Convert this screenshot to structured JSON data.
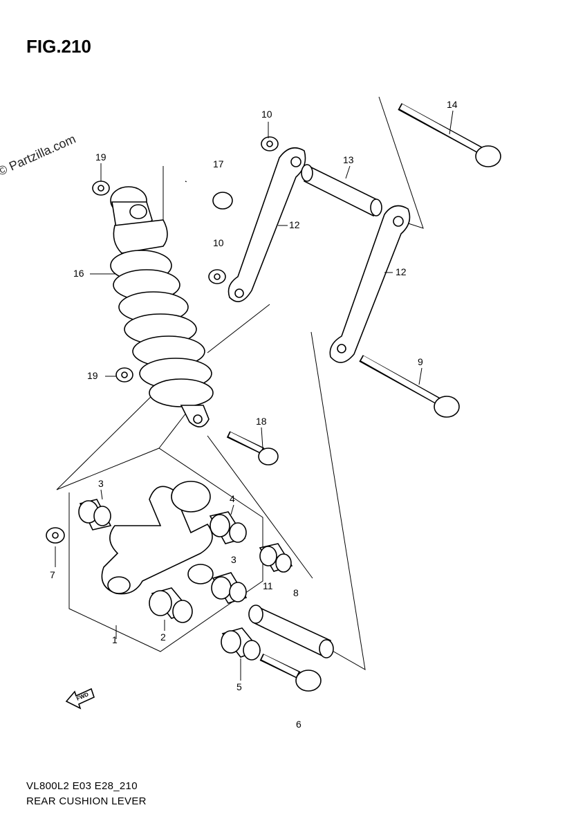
{
  "title": "FIG.210",
  "watermark": "© Partzilla.com",
  "diagram_code": "VL800L2 E03 E28_210",
  "diagram_desc": "REAR CUSHION LEVER",
  "fwd_label": "FWD",
  "callouts": {
    "c1": "1",
    "c2": "2",
    "c3a": "3",
    "c3b": "3",
    "c4": "4",
    "c5": "5",
    "c6": "6",
    "c7": "7",
    "c8": "8",
    "c9": "9",
    "c10a": "10",
    "c10b": "10",
    "c11": "11",
    "c12a": "12",
    "c12b": "12",
    "c13": "13",
    "c14": "14",
    "c16": "16",
    "c17": "17",
    "c18": "18",
    "c19a": "19",
    "c19b": "19"
  }
}
